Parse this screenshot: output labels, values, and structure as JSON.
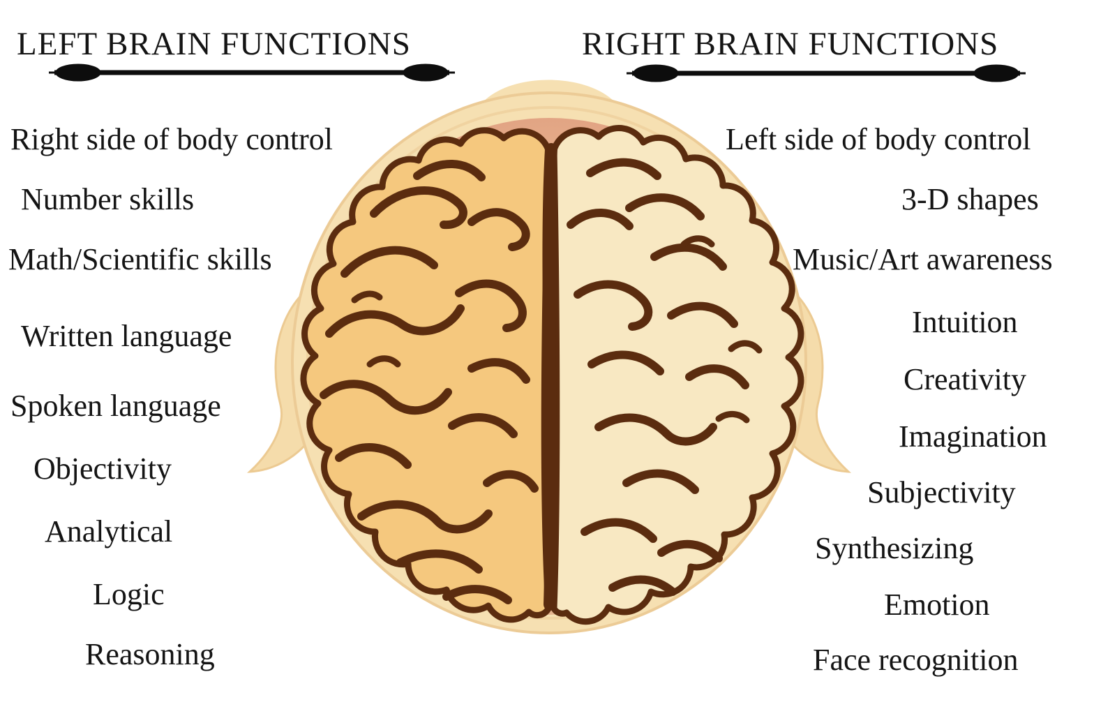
{
  "left_panel": {
    "title": "LEFT BRAIN FUNCTIONS",
    "items": [
      "Right side of body control",
      "Number skills",
      "Math/Scientific skills",
      "Written language",
      "Spoken language",
      "Objectivity",
      "Analytical",
      "Logic",
      "Reasoning"
    ]
  },
  "right_panel": {
    "title": "RIGHT BRAIN FUNCTIONS",
    "items": [
      "Left side of body control",
      "3-D shapes",
      "Music/Art awareness",
      "Intuition",
      "Creativity",
      "Imagination",
      "Subjectivity",
      "Synthesizing",
      "Emotion",
      "Face recognition"
    ]
  },
  "illustration": {
    "subject": "human brain, top view, inside head silhouette",
    "colors": {
      "background": "#ffffff",
      "text": "#141414",
      "head_skin": "#f6e0b2",
      "ear_skin": "#f5dcab",
      "halo_pink": "#dd9d80",
      "left_hemisphere": "#f5c87e",
      "right_hemisphere": "#f8e8c2",
      "outline_brown": "#5b2c0f",
      "divider_black": "#0d0d0d"
    }
  }
}
